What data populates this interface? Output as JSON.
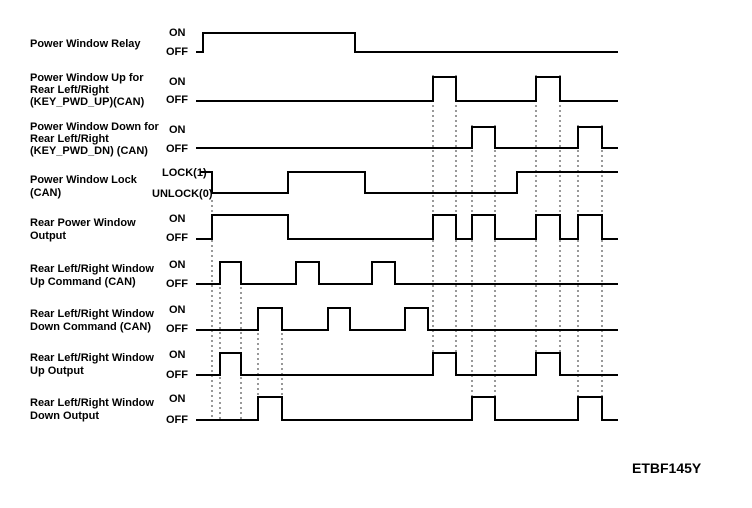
{
  "figure_id": "ETBF145Y",
  "signals": [
    {
      "label_lines": [
        "Power Window Relay"
      ],
      "states": [
        "ON",
        "OFF"
      ]
    },
    {
      "label_lines": [
        "Power Window Up for",
        "Rear Left/Right",
        "(KEY_PWD_UP)(CAN)"
      ],
      "states": [
        "ON",
        "OFF"
      ]
    },
    {
      "label_lines": [
        "Power Window Down for",
        "Rear Left/Right",
        "(KEY_PWD_DN) (CAN)"
      ],
      "states": [
        "ON",
        "OFF"
      ]
    },
    {
      "label_lines": [
        "Power Window Lock",
        "(CAN)"
      ],
      "states": [
        "LOCK(1)",
        "UNLOCK(0)"
      ]
    },
    {
      "label_lines": [
        "Rear Power Window",
        "Output"
      ],
      "states": [
        "ON",
        "OFF"
      ]
    },
    {
      "label_lines": [
        "Rear Left/Right Window",
        "Up Command  (CAN)"
      ],
      "states": [
        "ON",
        "OFF"
      ]
    },
    {
      "label_lines": [
        "Rear Left/Right Window",
        "Down Command (CAN)"
      ],
      "states": [
        "ON",
        "OFF"
      ]
    },
    {
      "label_lines": [
        "Rear Left/Right Window",
        "Up Output"
      ],
      "states": [
        "ON",
        "OFF"
      ]
    },
    {
      "label_lines": [
        "Rear Left/Right Window",
        "Down Output"
      ],
      "states": [
        "ON",
        "OFF"
      ]
    }
  ]
}
